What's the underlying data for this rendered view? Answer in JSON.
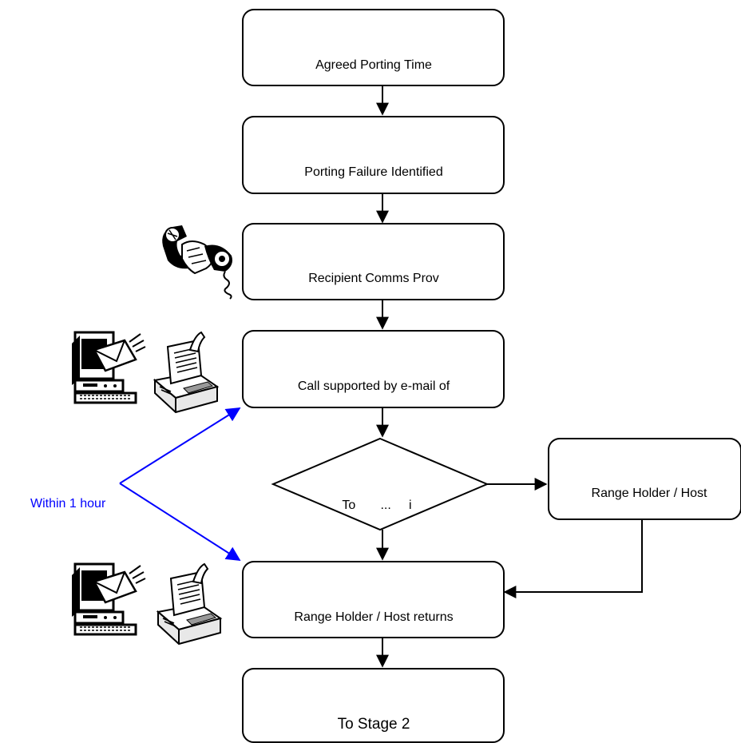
{
  "nodes": {
    "agreed_time": "Agreed Porting Time",
    "failure": "Porting Failure Identified",
    "recipient": "Recipient Comms Prov",
    "call_supported": "Call supported by e-mail of",
    "decision": "To       ...     i",
    "range_holder": "Range Holder / Host",
    "range_returns": "Range Holder / Host returns",
    "stage2": "To Stage 2"
  },
  "side_label": "Within 1 hour",
  "colors": {
    "line": "#000000",
    "accent": "#0000ff"
  },
  "icons": [
    "telephone-handset-icon",
    "computer-email-icon",
    "fax-machine-icon"
  ]
}
